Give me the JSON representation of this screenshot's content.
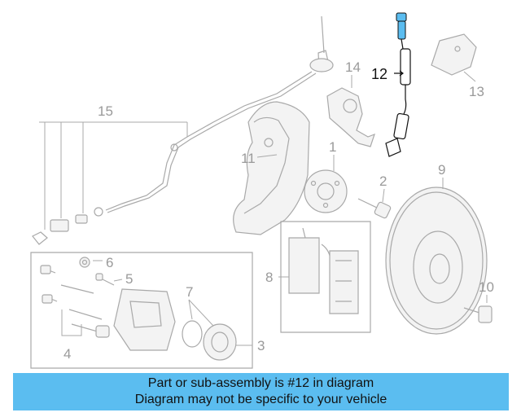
{
  "callouts": {
    "c1": "1",
    "c2": "2",
    "c3": "3",
    "c4": "4",
    "c5": "5",
    "c6": "6",
    "c7": "7",
    "c8": "8",
    "c9": "9",
    "c10": "10",
    "c11": "11",
    "c12": "12",
    "c13": "13",
    "c14": "14",
    "c15": "15"
  },
  "highlight": {
    "part": "12",
    "color": "#5bbdf0"
  },
  "banner": {
    "line1": "Part or sub-assembly is #12 in diagram",
    "line2": "Diagram may not be specific to your vehicle",
    "background": "#5bbdf0"
  }
}
